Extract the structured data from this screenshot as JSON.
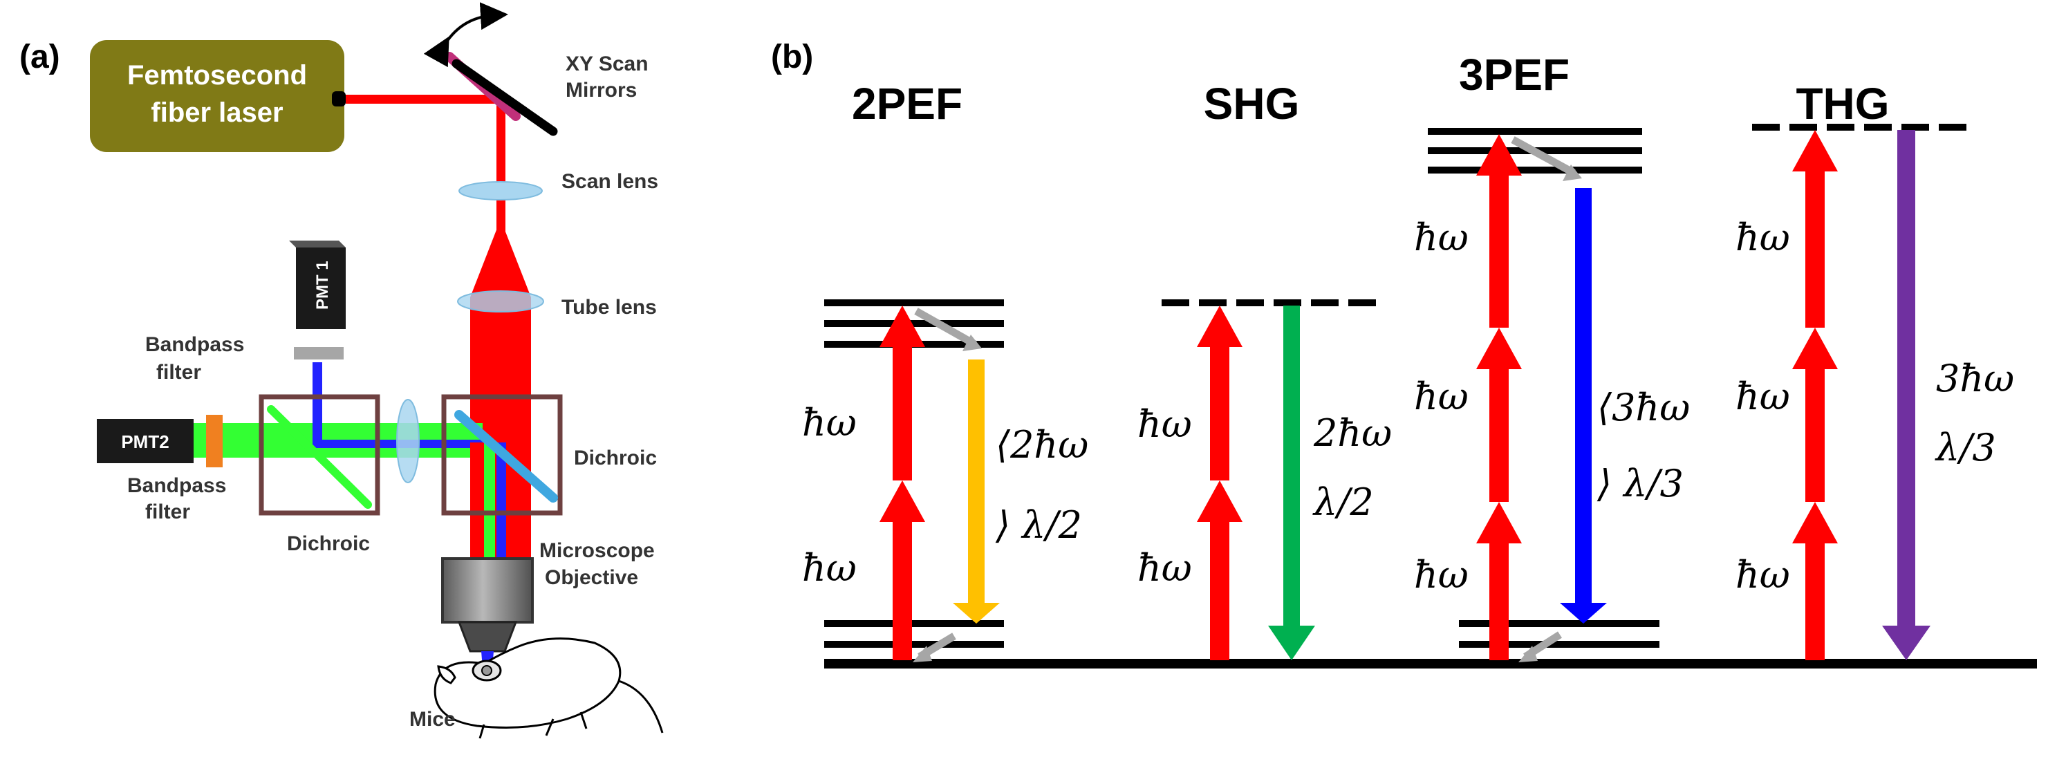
{
  "panels": {
    "a": "(a)",
    "b": "(b)"
  },
  "setup": {
    "laser": {
      "line1": "Femtosecond",
      "line2": "fiber laser"
    },
    "xy_scan": {
      "line1": "XY Scan",
      "line2": "Mirrors"
    },
    "scan_lens": "Scan lens",
    "tube_lens": "Tube lens",
    "pmt1": "PMT 1",
    "pmt2": "PMT2",
    "bandpass_top": {
      "line1": "Bandpass",
      "line2": "filter"
    },
    "bandpass_bottom": {
      "line1": "Bandpass",
      "line2": "filter"
    },
    "dichroic_left": "Dichroic",
    "dichroic_right": "Dichroic",
    "objective": {
      "line1": "Microscope",
      "line2": "Objective"
    },
    "mice": "Mice"
  },
  "processes": [
    {
      "title": "2PEF",
      "arrows": [
        "ħω",
        "ħω"
      ],
      "emission": [
        "⟨2ħω",
        "⟩ λ/2"
      ]
    },
    {
      "title": "SHG",
      "arrows": [
        "ħω",
        "ħω"
      ],
      "emission": [
        "2ħω",
        "λ/2"
      ]
    },
    {
      "title": "3PEF",
      "arrows": [
        "ħω",
        "ħω",
        "ħω"
      ],
      "emission": [
        "⟨3ħω",
        "⟩ λ/3"
      ]
    },
    {
      "title": "THG",
      "arrows": [
        "ħω",
        "ħω",
        "ħω"
      ],
      "emission": [
        "3ħω",
        "λ/3"
      ]
    }
  ],
  "colors": {
    "excitation": "#ff0000",
    "emission_2pef": "#ffc000",
    "emission_shg": "#00b050",
    "emission_3pef": "#0000ff",
    "emission_thg": "#7030a0",
    "relaxation": "#a6a6a6",
    "laser_box": "#807a16",
    "green_beam": "#33ff33",
    "blue_beam": "#2222ff",
    "filter_top": "#a6a6a6",
    "filter_bottom": "#f08020",
    "dichroic_mirror": "#3fa7e0",
    "scan_mirror": "#c0307a",
    "lens": "#a9d6f0"
  }
}
